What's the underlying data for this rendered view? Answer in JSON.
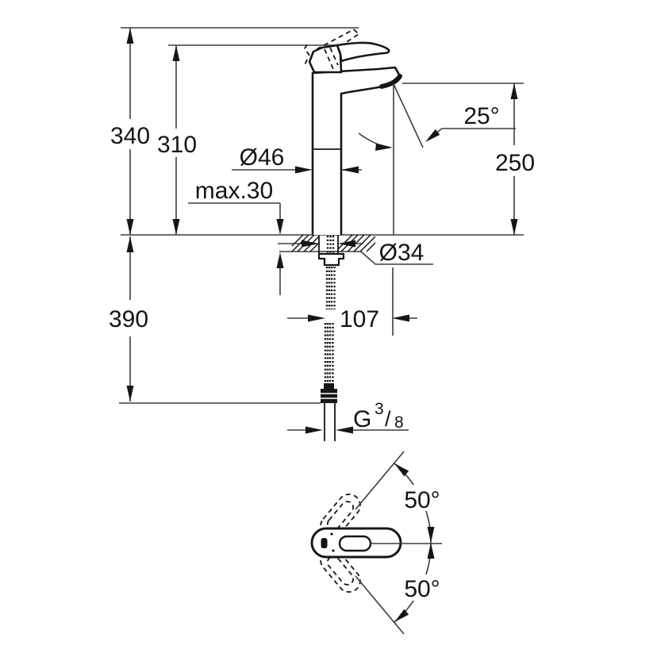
{
  "drawing": {
    "type": "faucet-dimension-drawing",
    "colors": {
      "background": "#ffffff",
      "object_line": "#161616",
      "dim_line": "#3d3d3d",
      "text": "#141414"
    },
    "dimensions": {
      "total_height": "340",
      "lever_height": "310",
      "spout_height": "250",
      "spout_angle": "25°",
      "body_diameter": "Ø46",
      "max_deck_thickness": "max.30",
      "shank_diameter": "Ø34",
      "hose_length": "390",
      "spout_projection": "107",
      "swivel_angle_upper": "50°",
      "swivel_angle_lower": "50°",
      "thread_g": "G",
      "thread_numerator": "3",
      "thread_slash": "/",
      "thread_denominator": "8"
    }
  }
}
